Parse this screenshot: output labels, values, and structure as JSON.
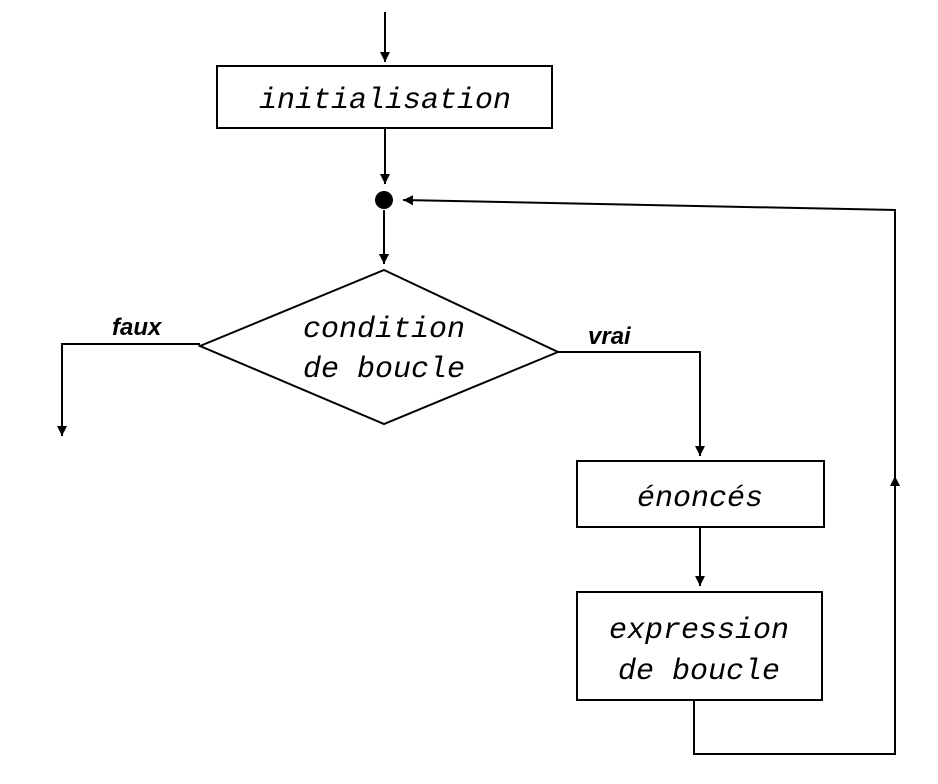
{
  "diagram": {
    "nodes": {
      "init": {
        "label": "initialisation"
      },
      "condition": {
        "line1": "condition",
        "line2": "de boucle"
      },
      "statements": {
        "label": "énoncés"
      },
      "loop_expr": {
        "line1": "expression",
        "line2": "de boucle"
      }
    },
    "edges": {
      "false_label": "faux",
      "true_label": "vrai"
    }
  }
}
